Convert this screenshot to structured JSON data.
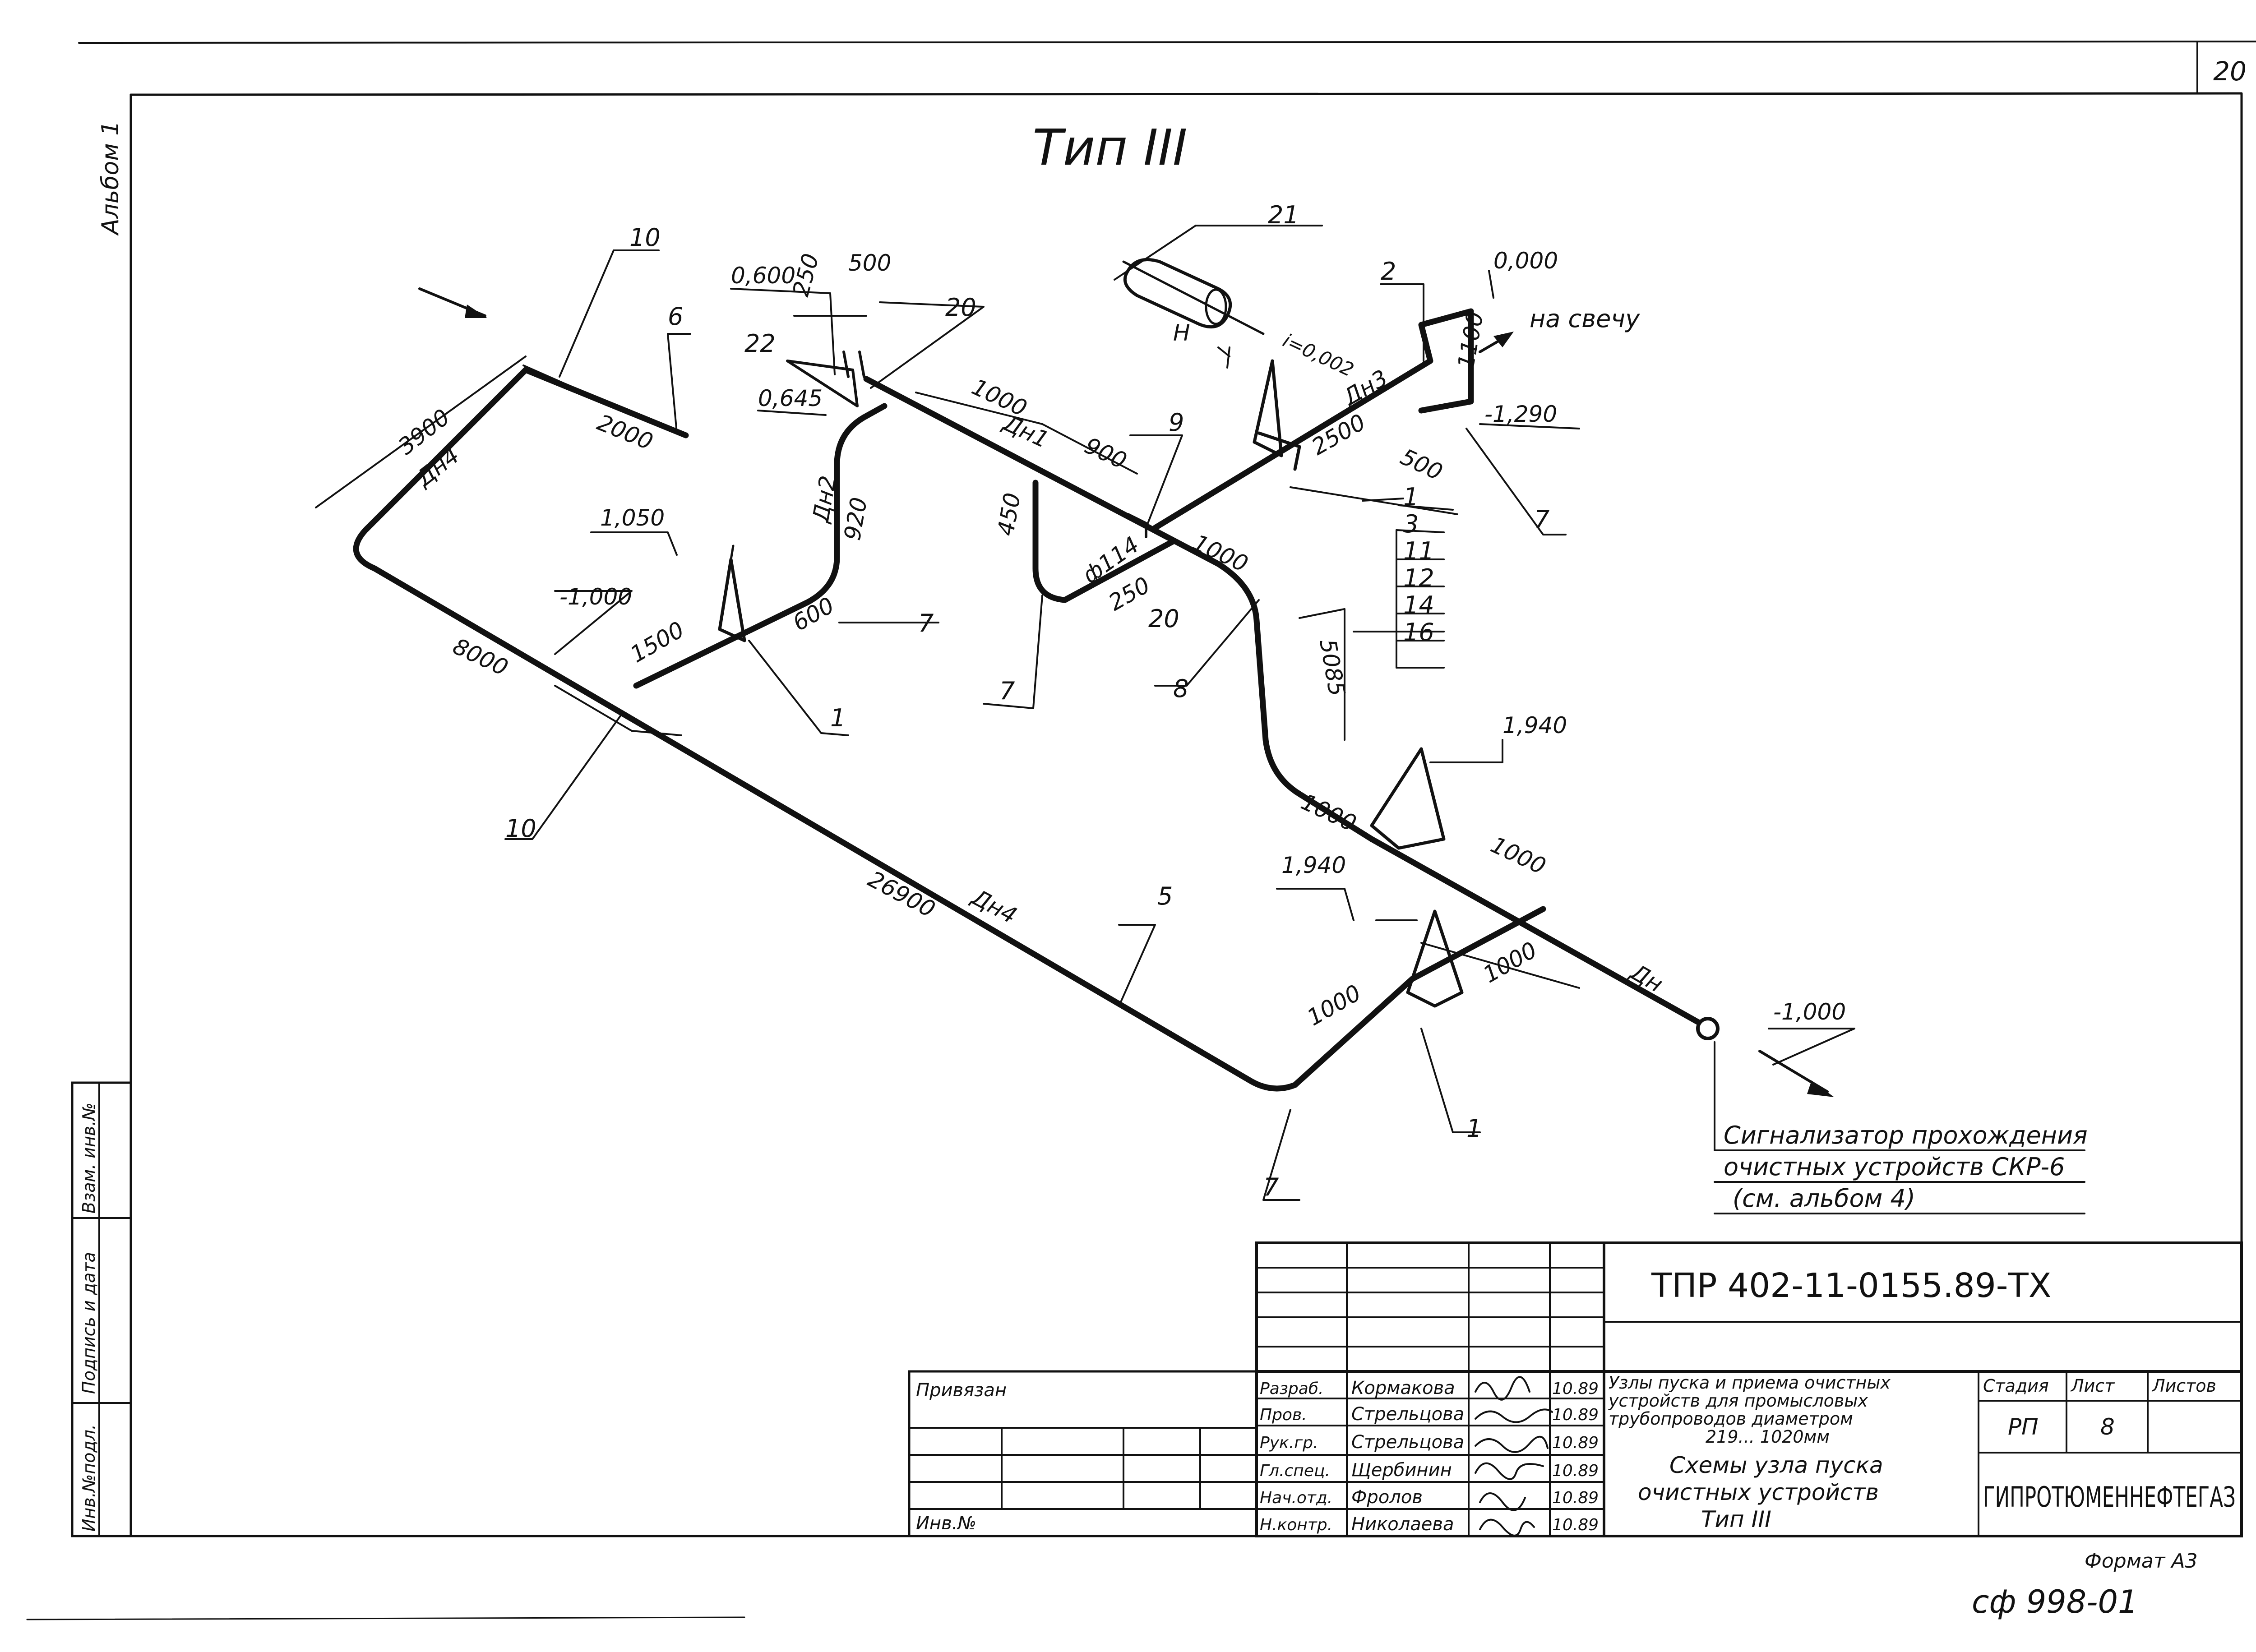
{
  "sheet": {
    "page_number": "20",
    "album_label": "Альбом 1",
    "title": "Тип III"
  },
  "labels": {
    "lbl_10a": "10",
    "lbl_6": "6",
    "lbl_0600": "0,600",
    "lbl_250a": "250",
    "lbl_500a": "500",
    "lbl_20a": "20",
    "lbl_22": "22",
    "lbl_21": "21",
    "lbl_H": "Н",
    "lbl_i": "i=0,002",
    "lbl_2": "2",
    "lbl_0000": "0,000",
    "lbl_svechu": "на свечу",
    "lbl_3900": "3900",
    "lbl_2000": "2000",
    "lbl_Dn4a": "Дн4",
    "lbl_0645": "0,645",
    "lbl_Dn1": "Дн1",
    "lbl_1000a": "1000",
    "lbl_900": "900",
    "lbl_9": "9",
    "lbl_2500": "2500",
    "lbl_Dn3": "Дн3",
    "lbl_1100": "1100",
    "lbl_m1290": "-1,290",
    "lbl_500b": "500",
    "lbl_1050": "1,050",
    "lbl_Dn2": "Дн2",
    "lbl_920": "920",
    "lbl_450": "450",
    "lbl_1000b": "1000",
    "lbl_f114": "ф114",
    "lbl_250b": "250",
    "lbl_20b": "20",
    "lbl_m1000a": "-1,000",
    "lbl_8000": "8000",
    "lbl_1500": "1500",
    "lbl_600": "600",
    "lbl_7a": "7",
    "lbl_1a": "1",
    "lbl_7b": "7",
    "lbl_8": "8",
    "lbl_5085": "5085",
    "lbl_1940a": "1,940",
    "lbl_10b": "10",
    "lbl_1000c": "1000",
    "lbl_1000d": "1000",
    "lbl_1940b": "1,940",
    "lbl_26900": "26900",
    "lbl_Dn4b": "Дн4",
    "lbl_5": "5",
    "lbl_1000e": "1000",
    "lbl_1000f": "1000",
    "lbl_Dn": "Дн",
    "lbl_m1000b": "-1,000",
    "lbl_7c": "7",
    "lbl_1b": "1",
    "lbl_7d": "7"
  },
  "callout_stack": [
    "1",
    "3",
    "11",
    "12",
    "14",
    "16"
  ],
  "note_lines": [
    "Сигнализатор прохождения",
    "очистных устройств СКР-6",
    "(см. альбом 4)"
  ],
  "side_stamp": [
    "Инв.№подл.",
    "Подпись и дата",
    "Взам. инв.№"
  ],
  "title_block": {
    "code": "ТПР 402-11-0155.89-ТХ",
    "privyazan": "Привязан",
    "inv_no": "Инв.№",
    "roles": [
      "Разраб.",
      "Пров.",
      "Рук.гр.",
      "Гл.спец.",
      "Нач.отд.",
      "Н.контр."
    ],
    "names": [
      "Кормакова",
      "Стрельцова",
      "Стрельцова",
      "Щербинин",
      "Фролов",
      "Николаева"
    ],
    "dates": [
      "10.89",
      "10.89",
      "10.89",
      "10.89",
      "10.89",
      "10.89"
    ],
    "project_title": [
      "Узлы пуска и приема очистных",
      "устройств для промысловых",
      "трубопроводов диаметром",
      "219... 1020мм"
    ],
    "sheet_title": [
      "Схемы узла пуска",
      "очистных устройств",
      "Тип III"
    ],
    "stage_hdr": "Стадия",
    "sheet_hdr": "Лист",
    "sheets_hdr": "Листов",
    "stage": "РП",
    "sheet": "8",
    "org": "ГИПРОТЮМЕННЕФТЕГАЗ"
  },
  "footer": {
    "format": "Формат А3",
    "doc_no": "сф 998-01"
  }
}
